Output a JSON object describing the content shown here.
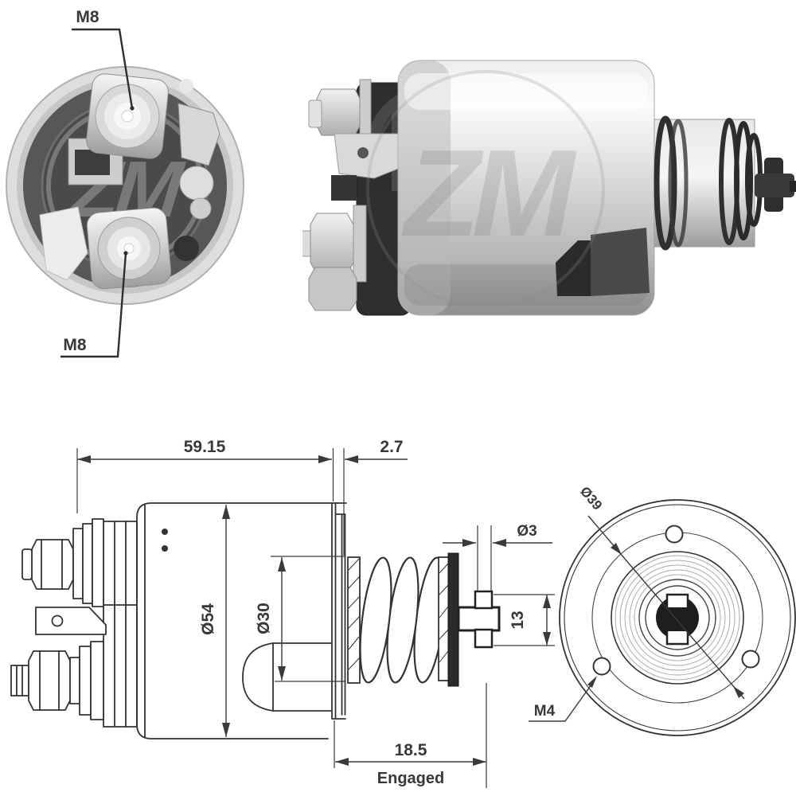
{
  "watermark": "ZM",
  "photos": {
    "end_cap": {
      "terminal_labels": {
        "top": "M8",
        "bottom": "M8"
      }
    }
  },
  "drawing": {
    "side_view": {
      "overall_length": "59.15",
      "flange_thickness": "2.7",
      "body_diameter": "Ø54",
      "spring_diameter": "Ø30",
      "pin_diameter": "Ø3",
      "hub_width": "13",
      "travel": "18.5",
      "travel_note": "Engaged"
    },
    "end_view": {
      "bolt_circle_diameter": "Ø39",
      "hole_thread": "M4"
    }
  },
  "colors": {
    "line": "#333333",
    "dimension_text": "#3a3a3a",
    "background": "#ffffff"
  }
}
